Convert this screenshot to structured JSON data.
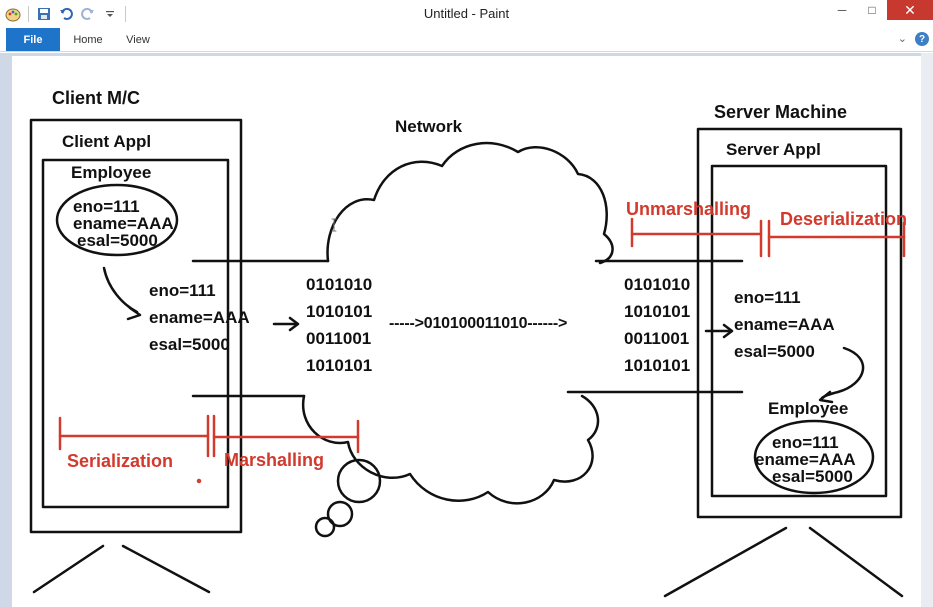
{
  "window": {
    "title": "Untitled - Paint",
    "minimize_glyph": "─",
    "maximize_glyph": "□",
    "close_glyph": "✕"
  },
  "ribbon": {
    "tabs": [
      "File",
      "Home",
      "View"
    ],
    "collapse_glyph": "⌄",
    "help_glyph": "?"
  },
  "drawing": {
    "client_machine_label": "Client M/C",
    "client_app_label": "Client Appl",
    "client_employee_label": "Employee",
    "client_object_fields": [
      "eno=111",
      "ename=AAA",
      "esal=5000"
    ],
    "client_flow_fields": [
      "eno=111",
      "ename=AAA",
      "esal=5000"
    ],
    "network_label": "Network",
    "binary_left": [
      "0101010",
      "1010101",
      "0011001",
      "1010101"
    ],
    "binary_stream": "----->010100011010------>",
    "binary_right": [
      "0101010",
      "1010101",
      "0011001",
      "1010101"
    ],
    "server_machine_label": "Server Machine",
    "server_app_label": "Server Appl",
    "server_flow_fields": [
      "eno=111",
      "ename=AAA",
      "esal=5000"
    ],
    "server_employee_label": "Employee",
    "server_object_fields": [
      "eno=111",
      "ename=AAA",
      "esal=5000"
    ],
    "serialization_label": "Serialization",
    "marshalling_label": "Marshalling",
    "unmarshalling_label": "Unmarshalling",
    "deserialization_label": "Deserialization",
    "annotation_color": "#d23a2e",
    "ink_color": "#111111"
  }
}
